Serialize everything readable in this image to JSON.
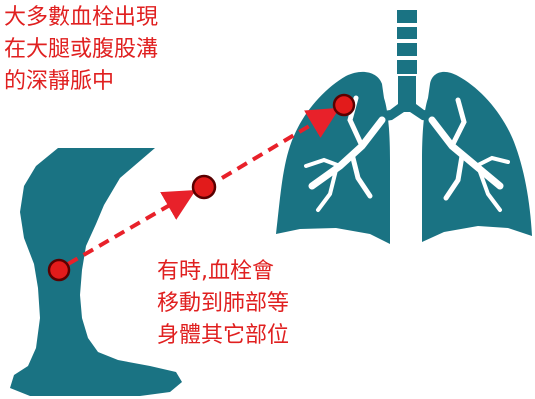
{
  "captions": {
    "top": [
      "大多數血栓出現",
      "在大腿或腹股溝",
      "的深靜脈中"
    ],
    "bottom": [
      "有時,血栓會",
      "移動到肺部等",
      "身體其它部位"
    ]
  },
  "colors": {
    "body_fill": "#1a7383",
    "airway_lines": "#ffffff",
    "clot_dot": "#e21b1b",
    "clot_dot_outline": "#5a0000",
    "arrow": "#e8212a",
    "caption_text": "#e02020"
  },
  "icons": {
    "leg": "leg-silhouette-icon",
    "lungs": "lungs-icon",
    "clot": "blood-clot-dot-icon",
    "arrow": "dashed-arrow-icon"
  }
}
